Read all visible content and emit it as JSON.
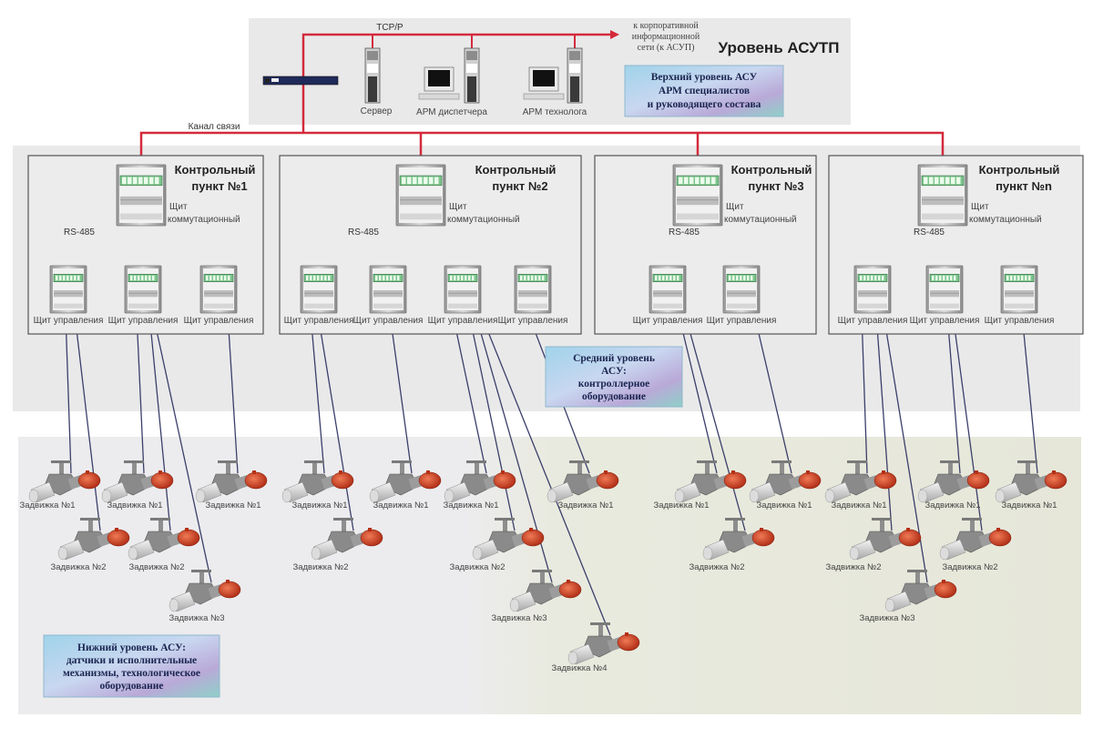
{
  "top_level": {
    "title": "Уровень АСУТП",
    "network_label": "TCP/P",
    "corporate_link": [
      "к корпоративной",
      "информационной",
      "сети (к АСУП)"
    ],
    "devices": [
      {
        "id": "server",
        "label": "Сервер",
        "icon": "server-tower-icon"
      },
      {
        "id": "dispatcher",
        "label": "АРМ диспетчера",
        "icon": "workstation-icon"
      },
      {
        "id": "technologist",
        "label": "АРМ технолога",
        "icon": "workstation-icon"
      }
    ],
    "switch_icon": "network-switch-icon",
    "info_box": [
      "Верхний уровень АСУ",
      "АРМ специалистов",
      "и руководящего состава"
    ],
    "channel_label": "Канал связи"
  },
  "middle_level": {
    "info_box": [
      "Средний уровень",
      "АСУ:",
      "контроллерное",
      "оборудование"
    ],
    "bus_label": "RS-485",
    "switch_cabinet_label": [
      "Щит",
      "коммутационный"
    ],
    "control_cabinet_label": "Щит управления",
    "control_points": [
      {
        "title": [
          "Контрольный",
          "пункт №1"
        ],
        "cabinets": 3
      },
      {
        "title": [
          "Контрольный",
          "пункт №2"
        ],
        "cabinets": 4
      },
      {
        "title": [
          "Контрольный",
          "пункт №3"
        ],
        "cabinets": 2
      },
      {
        "title": [
          "Контрольный",
          "пункт №n"
        ],
        "cabinets": 3
      }
    ]
  },
  "bottom_level": {
    "info_box": [
      "Нижний уровень АСУ:",
      "датчики и исполнительные",
      "механизмы, технологическое",
      "оборудование"
    ],
    "valves": [
      {
        "label": "Задвижка №1"
      },
      {
        "label": "Задвижка №2"
      },
      {
        "label": "Задвижка №1"
      },
      {
        "label": "Задвижка №2"
      },
      {
        "label": "Задвижка №3"
      },
      {
        "label": "Задвижка №1"
      },
      {
        "label": "Задвижка №1"
      },
      {
        "label": "Задвижка №2"
      },
      {
        "label": "Задвижка №1"
      },
      {
        "label": "Задвижка №1"
      },
      {
        "label": "Задвижка №2"
      },
      {
        "label": "Задвижка №3"
      },
      {
        "label": "Задвижка №4"
      },
      {
        "label": "Задвижка №1"
      },
      {
        "label": "Задвижка №1"
      },
      {
        "label": "Задвижка №2"
      },
      {
        "label": "Задвижка №1"
      },
      {
        "label": "Задвижка №1"
      },
      {
        "label": "Задвижка №2"
      },
      {
        "label": "Задвижка №3"
      },
      {
        "label": "Задвижка №1"
      },
      {
        "label": "Задвижка №2"
      },
      {
        "label": "Задвижка №1"
      }
    ]
  },
  "colors": {
    "ethernet": "#d42a3c",
    "rs485": "#1c1f6e",
    "field_wire": "#3b3f6a",
    "level_bg": "#e9e9ea",
    "field_bg_right": "#e7e8dc",
    "valve_actuator": "#c8391c"
  }
}
